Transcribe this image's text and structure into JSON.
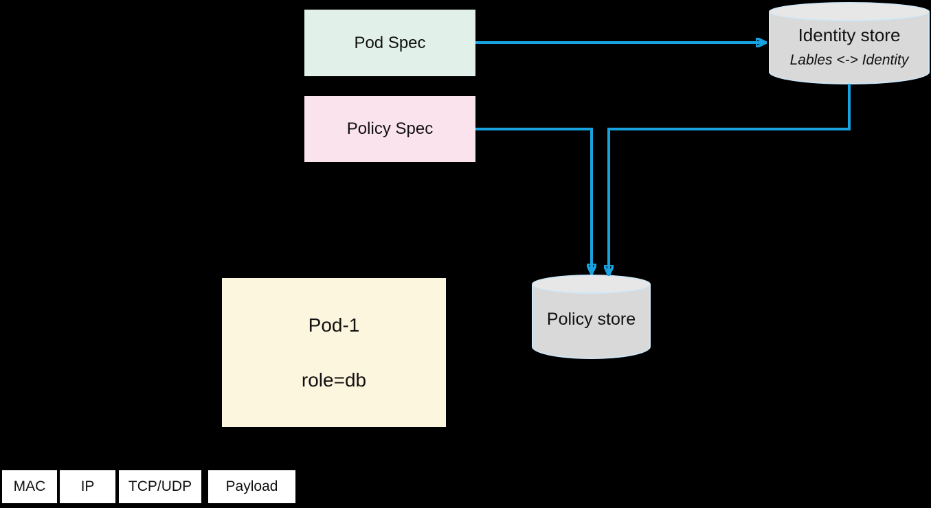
{
  "colors": {
    "background": "#000000",
    "arrow": "#18A2E0",
    "pod-spec-bg": "#E1F0E9",
    "policy-spec-bg": "#FBE3EE",
    "pod1-bg": "#FDF6DE",
    "cylinder-bg": "#D9D9D9",
    "cylinder-top-bg": "#E7E7E7",
    "cylinder-border": "#CFE7F7",
    "packet-bg": "#FFFFFF",
    "text": "#111111"
  },
  "nodes": {
    "pod_spec": {
      "label": "Pod Spec"
    },
    "policy_spec": {
      "label": "Policy Spec"
    },
    "identity_store": {
      "title": "Identity store",
      "subtitle": "Lables <-> Identity"
    },
    "policy_store": {
      "label": "Policy store"
    },
    "pod1": {
      "title": "Pod-1",
      "attribute": "role=db"
    }
  },
  "packet": {
    "cells": [
      "MAC",
      "IP",
      "TCP/UDP",
      "Payload"
    ]
  },
  "edges": [
    {
      "from": "pod-spec",
      "to": "identity-store"
    },
    {
      "from": "policy-spec",
      "to": "policy-store"
    },
    {
      "from": "identity-store",
      "to": "policy-store"
    }
  ]
}
